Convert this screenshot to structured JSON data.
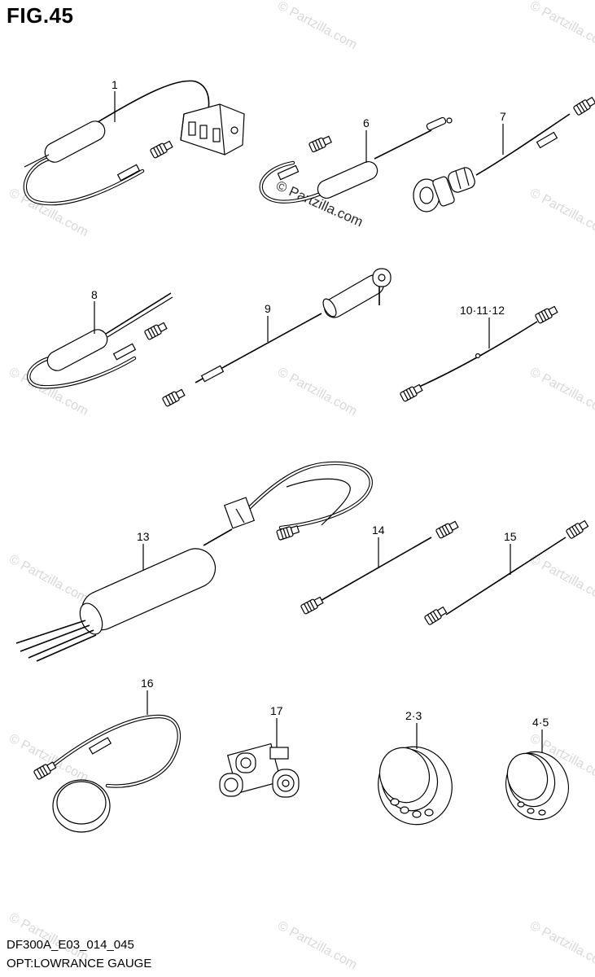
{
  "figure": {
    "title": "FIG.45",
    "code": "DF300A_E03_014_045",
    "name": "OPT:LOWRANCE GAUGE"
  },
  "watermark": {
    "text": "© Partzilla.com"
  },
  "callouts": [
    {
      "id": "c1",
      "label": "1"
    },
    {
      "id": "c6",
      "label": "6"
    },
    {
      "id": "c7",
      "label": "7"
    },
    {
      "id": "c8",
      "label": "8"
    },
    {
      "id": "c9",
      "label": "9"
    },
    {
      "id": "c10",
      "label": "10·11·12"
    },
    {
      "id": "c13",
      "label": "13"
    },
    {
      "id": "c14",
      "label": "14"
    },
    {
      "id": "c15",
      "label": "15"
    },
    {
      "id": "c16",
      "label": "16"
    },
    {
      "id": "c17",
      "label": "17"
    },
    {
      "id": "c23",
      "label": "2·3"
    },
    {
      "id": "c45",
      "label": "4·5"
    }
  ],
  "icons": {
    "transducer": "transducer-icon",
    "connector": "connector-icon",
    "tee": "tee-connector-icon",
    "ring": "ring-icon",
    "sensor": "sensor-icon"
  }
}
